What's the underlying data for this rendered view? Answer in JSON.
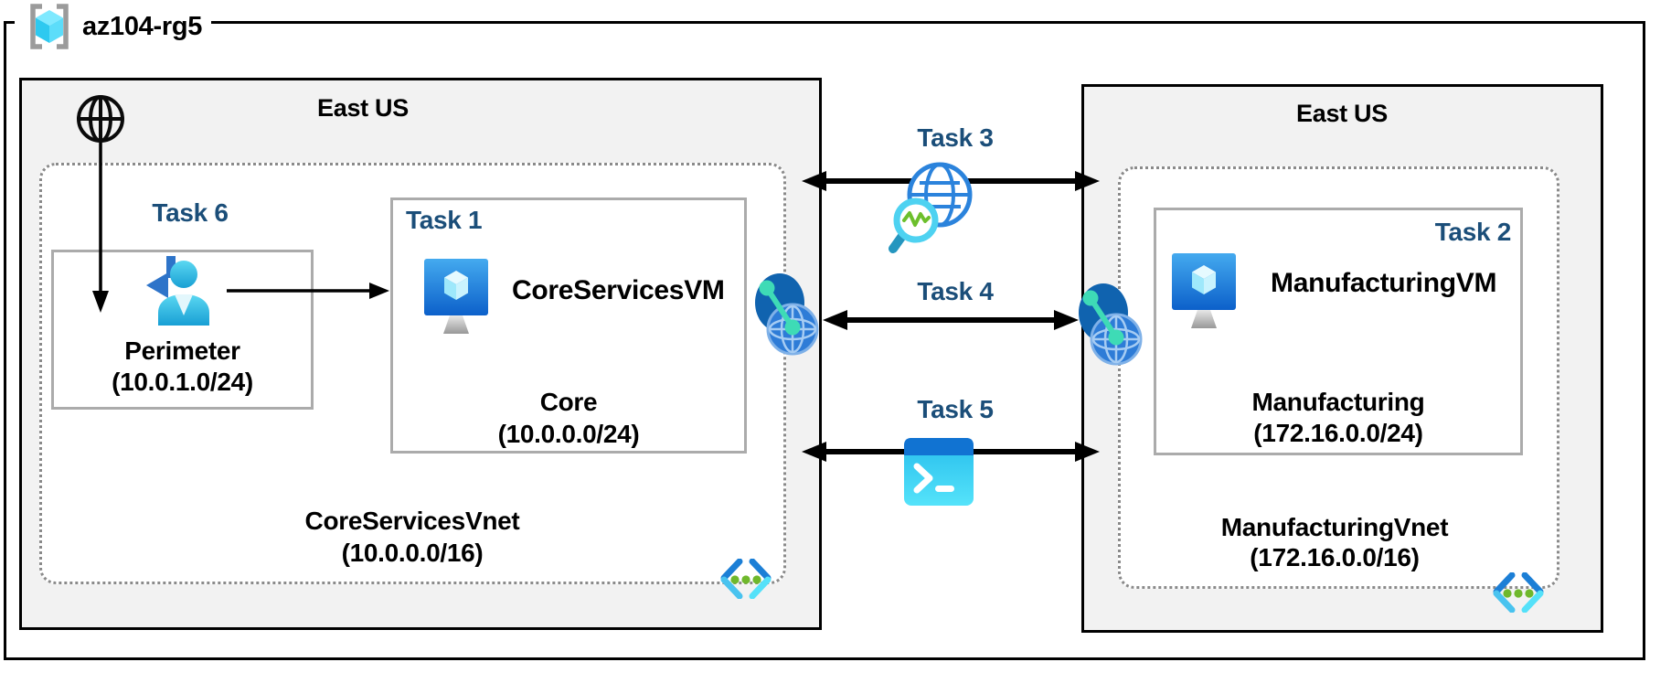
{
  "resource_group": {
    "label": "az104-rg5"
  },
  "left_region": {
    "label": "East US",
    "task6_label": "Task 6",
    "perimeter_subnet": {
      "name": "Perimeter",
      "cidr": "(10.0.1.0/24)"
    },
    "core_subnet": {
      "task_label": "Task 1",
      "vm_name": "CoreServicesVM",
      "name": "Core",
      "cidr": "(10.0.0.0/24)"
    },
    "vnet_name": "CoreServicesVnet",
    "vnet_cidr": "(10.0.0.0/16)"
  },
  "right_region": {
    "label": "East US",
    "manufacturing_subnet": {
      "task_label": "Task 2",
      "vm_name": "ManufacturingVM",
      "name": "Manufacturing",
      "cidr": "(172.16.0.0/24)"
    },
    "vnet_name": "ManufacturingVnet",
    "vnet_cidr": "(172.16.0.0/16)"
  },
  "connections": {
    "task3_label": "Task 3",
    "task4_label": "Task 4",
    "task5_label": "Task 5"
  },
  "icons": [
    "resource-group-icon",
    "internet-globe-icon",
    "guest-user-icon",
    "vm-icon",
    "virtual-network-icon",
    "network-watcher-icon",
    "vnet-peering-icon",
    "cloud-shell-icon"
  ],
  "colors": {
    "task_label": "#1B4E79",
    "region_fill": "#F2F2F2",
    "region_border": "#000000",
    "subnet_border": "#ABABAB",
    "vnet_dotted_border": "#8A8A8A",
    "arrow": "#000000",
    "azure_blue": "#1173D2",
    "azure_cyan": "#50E6FF",
    "azure_green": "#6CBF2C",
    "peering_teal": "#3EDBB6"
  }
}
